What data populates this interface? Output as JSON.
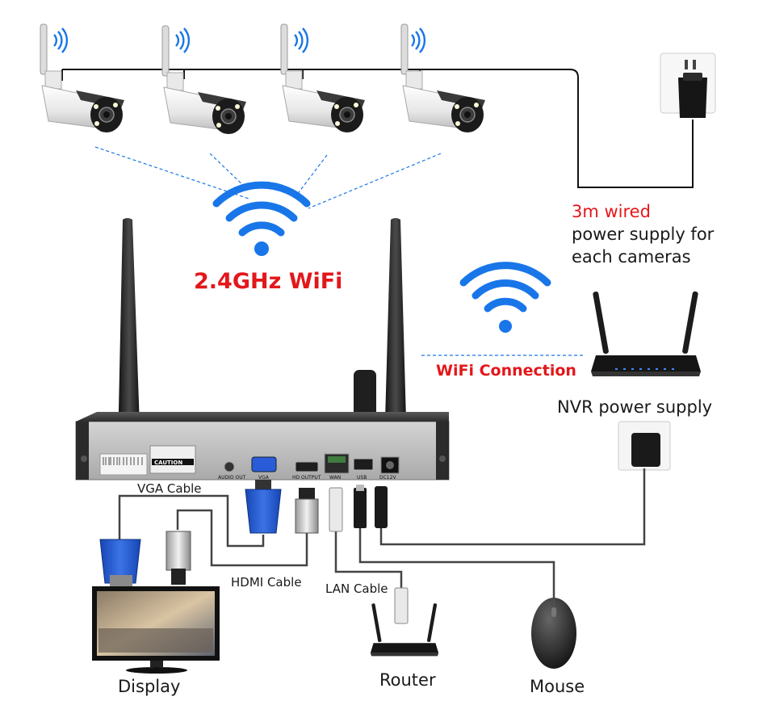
{
  "labels": {
    "wifi_band": "2.4GHz WiFi",
    "power_line1": "3m wired",
    "power_line2": "power supply for",
    "power_line3": "each cameras",
    "wifi_connection": "WiFi Connection",
    "nvr_power": "NVR power supply",
    "vga_cable": "VGA Cable",
    "hdmi_cable": "HDMI Cable",
    "lan_cable": "LAN Cable",
    "display": "Display",
    "router": "Router",
    "mouse": "Mouse"
  },
  "nvr_ports": {
    "audio_out": "AUDIO OUT",
    "vga": "VGA",
    "hd_output": "HD OUTPUT",
    "wan": "WAN",
    "usb": "USB",
    "dc12v": "DC12V",
    "caution": "CAUTION"
  },
  "colors": {
    "accent_red": "#e3171b",
    "wifi_blue": "#1976e8",
    "cable_gray": "#444444"
  },
  "icons": [
    "wifi-icon",
    "camera-icon",
    "router-icon",
    "power-adapter-icon",
    "wall-socket-icon",
    "monitor-icon",
    "mouse-icon"
  ]
}
